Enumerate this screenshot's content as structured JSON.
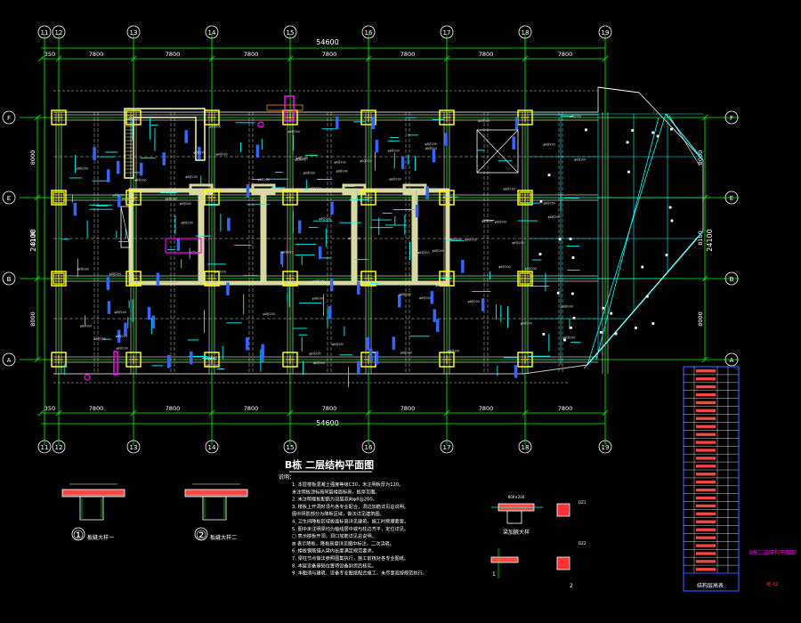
{
  "drawing": {
    "title": "B栋 二层结构平面图",
    "side_title": "B栋二层结构平面图",
    "schedule_title": "结构层高表",
    "tag": "结-02"
  },
  "axes": {
    "top_numbers": [
      "11",
      "12",
      "13",
      "14",
      "15",
      "16",
      "17",
      "18",
      "19"
    ],
    "bottom_numbers": [
      "11",
      "12",
      "13",
      "14",
      "15",
      "16",
      "17",
      "18",
      "19"
    ],
    "left_letters": [
      "F",
      "E",
      "B",
      "A"
    ],
    "right_letters": [
      "F",
      "E",
      "B",
      "A"
    ]
  },
  "dimensions": {
    "overall": "54600",
    "top_segments": [
      "350",
      "7800",
      "7800",
      "7800",
      "7800",
      "7800",
      "7800",
      "7800"
    ],
    "bottom_segments": [
      "350",
      "7800",
      "7800",
      "7800",
      "7800",
      "7800",
      "7800",
      "7800"
    ],
    "left_overall": "24100",
    "left_segments": [
      "8000",
      "8100",
      "8000"
    ],
    "right_overall": "24100",
    "right_segments": [
      "8000",
      "8100",
      "8000"
    ]
  },
  "details": {
    "detail_1_label": "①",
    "detail_1_text": "板缝大样一",
    "detail_2_label": "②",
    "detail_2_text": "板缝大样二",
    "section_a": "梁加腋大样",
    "section_b": "1",
    "section_c": "2"
  },
  "notes": {
    "heading": "说明：",
    "lines": [
      "1. 本层楼板混凝土强度等级C30，未注明板厚为120。",
      "   未注明板顶标高同层楼面标高，板厚见图。",
      "2. 未注明楼板配筋为双层双向φ8@200。",
      "3. 楼板上开洞时须与各专业配合，洞边加筋详见总说明。",
      "   图中阴影部分为降板区域，做法详见建筑图。",
      "4. 卫生间降板区域板面标高详见建筑，施工时预埋套管。",
      "5. 图中未注明梁均为轴线居中或与柱边齐平，定位详见。",
      "   □ 表示楼板开洞，洞口加筋详见总说明。",
      "   ⊠ 表示降板，降板高度详见图中标注，二次浇筑。",
      "6. 楼板钢筋锚入梁内长度满足规范要求。",
      "7. 梁柱节点做法参照图集执行，施工前核对各专业图纸。",
      "8. 本层设备基础位置待设备到货后核实。",
      "9. 本图须与建筑、设备专业图纸配合施工，未尽事宜按规范执行。"
    ]
  },
  "schedule": {
    "rows": 26
  },
  "colors": {
    "axis": "#00ff00",
    "beam": "#c8c8c8",
    "column": "#ffff00",
    "rebar": "#00ffff",
    "rebar2": "#3366ff",
    "accent": "#ff00ff",
    "text": "#ffffff",
    "hatch": "#ffff99"
  }
}
